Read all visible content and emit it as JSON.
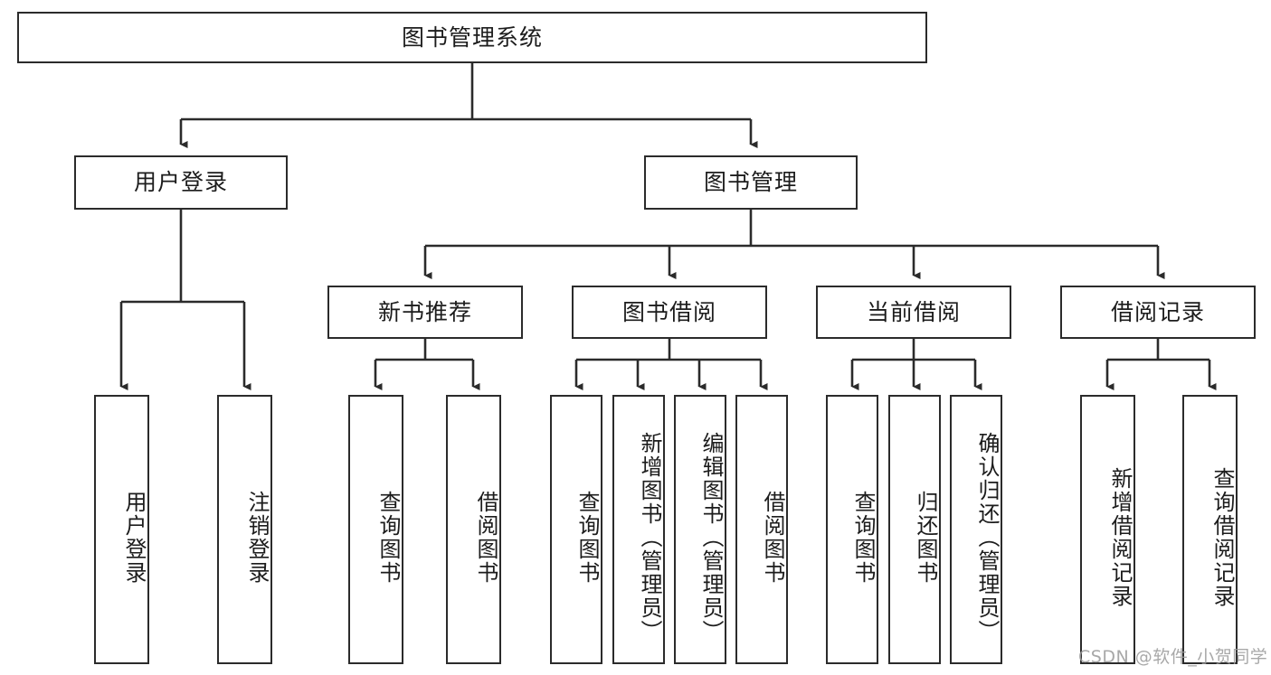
{
  "diagram": {
    "title": "图书管理系统",
    "watermark": "CSDN @软件_小贺同学",
    "root": {
      "label": "图书管理系统"
    },
    "level1": [
      {
        "label": "用户登录"
      },
      {
        "label": "图书管理"
      }
    ],
    "level2": [
      {
        "label": "新书推荐"
      },
      {
        "label": "图书借阅"
      },
      {
        "label": "当前借阅"
      },
      {
        "label": "借阅记录"
      }
    ],
    "leaves": {
      "user_login": [
        {
          "label": "用户登录"
        },
        {
          "label": "注销登录"
        }
      ],
      "new_book_recommend": [
        {
          "label": "查询图书"
        },
        {
          "label": "借阅图书"
        }
      ],
      "book_borrow": [
        {
          "label": "查询图书"
        },
        {
          "label": "新增图书（管理员）"
        },
        {
          "label": "编辑图书（管理员）"
        },
        {
          "label": "借阅图书"
        }
      ],
      "current_borrow": [
        {
          "label": "查询图书"
        },
        {
          "label": "归还图书"
        },
        {
          "label": "确认归还（管理员）"
        }
      ],
      "borrow_record": [
        {
          "label": "新增借阅记录"
        },
        {
          "label": "查询借阅记录"
        }
      ]
    },
    "colors": {
      "stroke": "#2b2b2b",
      "fill": "#ffffff",
      "text": "#1c1c1c",
      "watermark": "#9a9a9a"
    }
  }
}
